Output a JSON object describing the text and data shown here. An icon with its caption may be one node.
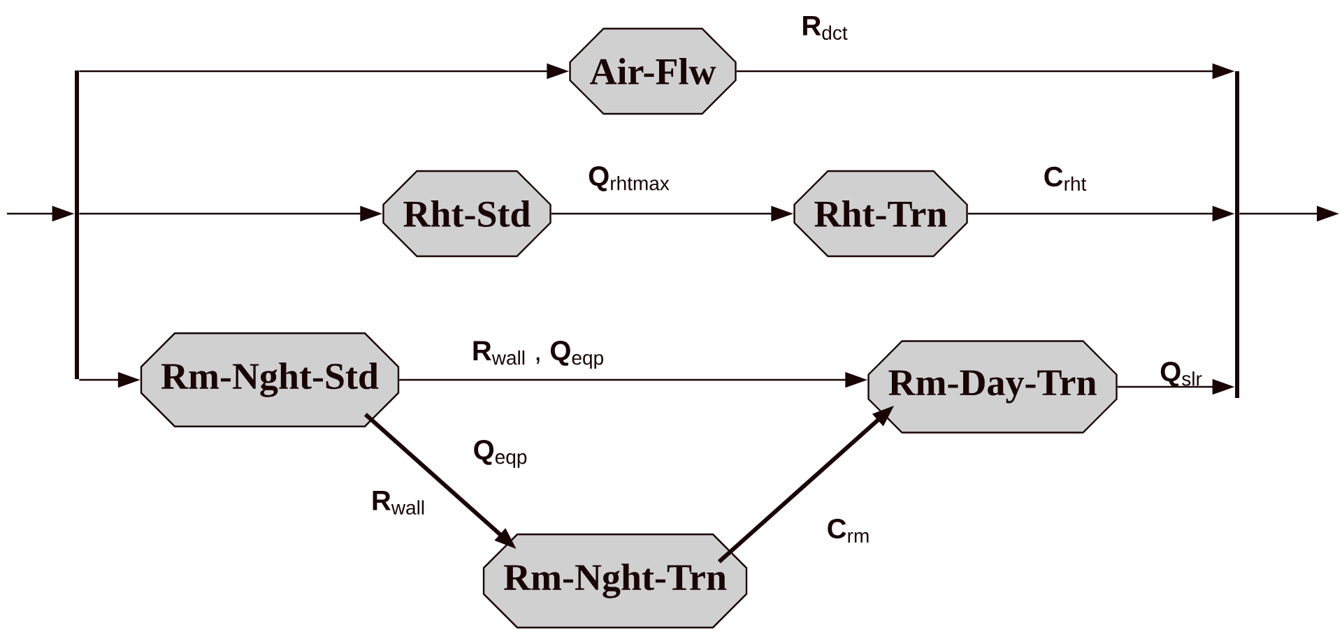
{
  "diagram": {
    "nodes": [
      {
        "text": [
          "Air-Flw"
        ]
      },
      {
        "text": [
          "Rht-Std"
        ]
      },
      {
        "text": [
          "Rht-Trn"
        ]
      },
      {
        "text": [
          "Rm-Nght-Std"
        ]
      },
      {
        "text": [
          "Rm-Day-Trn"
        ]
      },
      {
        "text": [
          "Rm-Nght-Trn"
        ]
      },
      {
        "text": [],
        "shape": "bar"
      },
      {
        "text": [],
        "shape": "bar"
      }
    ],
    "edges": [
      {
        "from": null,
        "to": 6,
        "arrow": "to"
      },
      {
        "from": 6,
        "to": 0,
        "arrow": "to"
      },
      {
        "from": 6,
        "to": 1,
        "arrow": "to"
      },
      {
        "from": 6,
        "to": 3,
        "arrow": "to"
      },
      {
        "from": 0,
        "to": 7,
        "arrow": "to",
        "label": "**R**$_{dct}$"
      },
      {
        "from": 1,
        "to": 2,
        "arrow": "to",
        "label": "**Q**$_{rhtmax}$"
      },
      {
        "from": 2,
        "to": 7,
        "arrow": "to",
        "label": "**C**$_{rht}$"
      },
      {
        "from": 3,
        "to": 4,
        "arrow": "to",
        "label": "**R**$_{wall}$ , **Q**$_{eqp}$"
      },
      {
        "from": 3,
        "to": 5,
        "arrow": "to",
        "label": "**Q**$_{eqp}$",
        "style": "thick"
      },
      {
        "from": 5,
        "to": 4,
        "arrow": "to",
        "label": "**C**$_{rm}$",
        "style": "thick"
      },
      {
        "from": 4,
        "to": 7,
        "arrow": "to",
        "label": "**Q**$_{slr}$"
      },
      {
        "from": 7,
        "to": null,
        "arrow": "to"
      }
    ],
    "labels": [
      "**R**$_{wall}$"
    ]
  }
}
